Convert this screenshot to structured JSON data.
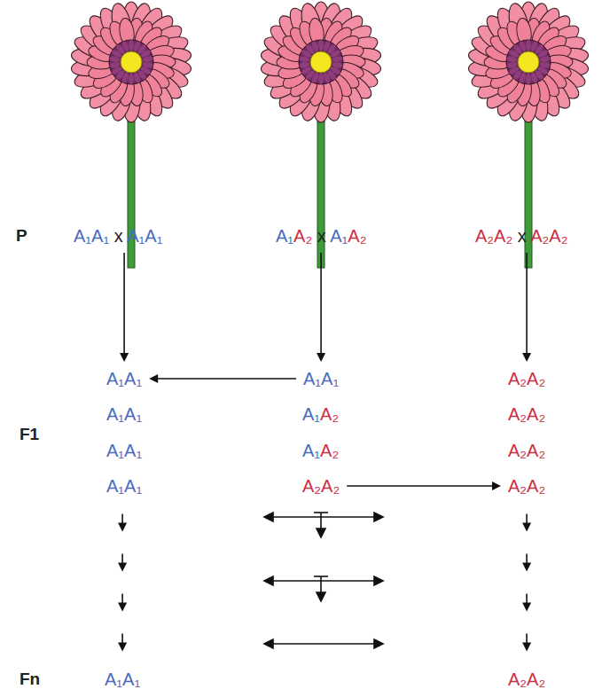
{
  "diagram": {
    "nodes": [
      {
        "text": [
          "A₁A₁ x A₁A₁"
        ]
      },
      {
        "text": [
          "A₁A₂ x A₁A₂"
        ]
      },
      {
        "text": [
          "A₂A₂ x A₂A₂"
        ]
      },
      {
        "text": [
          "A₁A₁"
        ]
      },
      {
        "text": [
          "A₁A₁"
        ]
      },
      {
        "text": [
          "A₂A₂"
        ]
      },
      {
        "text": [
          "A₁A₁"
        ]
      },
      {
        "text": [
          "A₁A₂"
        ]
      },
      {
        "text": [
          "A₂A₂"
        ]
      },
      {
        "text": [
          "A₁A₁"
        ]
      },
      {
        "text": [
          "A₁A₂"
        ]
      },
      {
        "text": [
          "A₂A₂"
        ]
      },
      {
        "text": [
          "A₁A₁"
        ]
      },
      {
        "text": [
          "A₂A₂"
        ]
      },
      {
        "text": [
          "A₂A₂"
        ]
      },
      {
        "text": [
          "A₁A₁"
        ]
      },
      {
        "text": [
          "A₂A₂"
        ]
      }
    ],
    "edges": [
      {
        "from": 0,
        "to": 3,
        "arrow": "to"
      },
      {
        "from": 1,
        "to": 4,
        "arrow": "to"
      },
      {
        "from": 2,
        "to": 5,
        "arrow": "to"
      },
      {
        "from": 4,
        "to": 3,
        "arrow": "to"
      },
      {
        "from": 13,
        "to": 14,
        "arrow": "to"
      },
      {
        "from": 12,
        "to": 15,
        "arrow": "to"
      },
      {
        "from": 14,
        "to": 16,
        "arrow": "to"
      }
    ],
    "labels": [
      "P",
      "F1",
      "Fn"
    ]
  }
}
